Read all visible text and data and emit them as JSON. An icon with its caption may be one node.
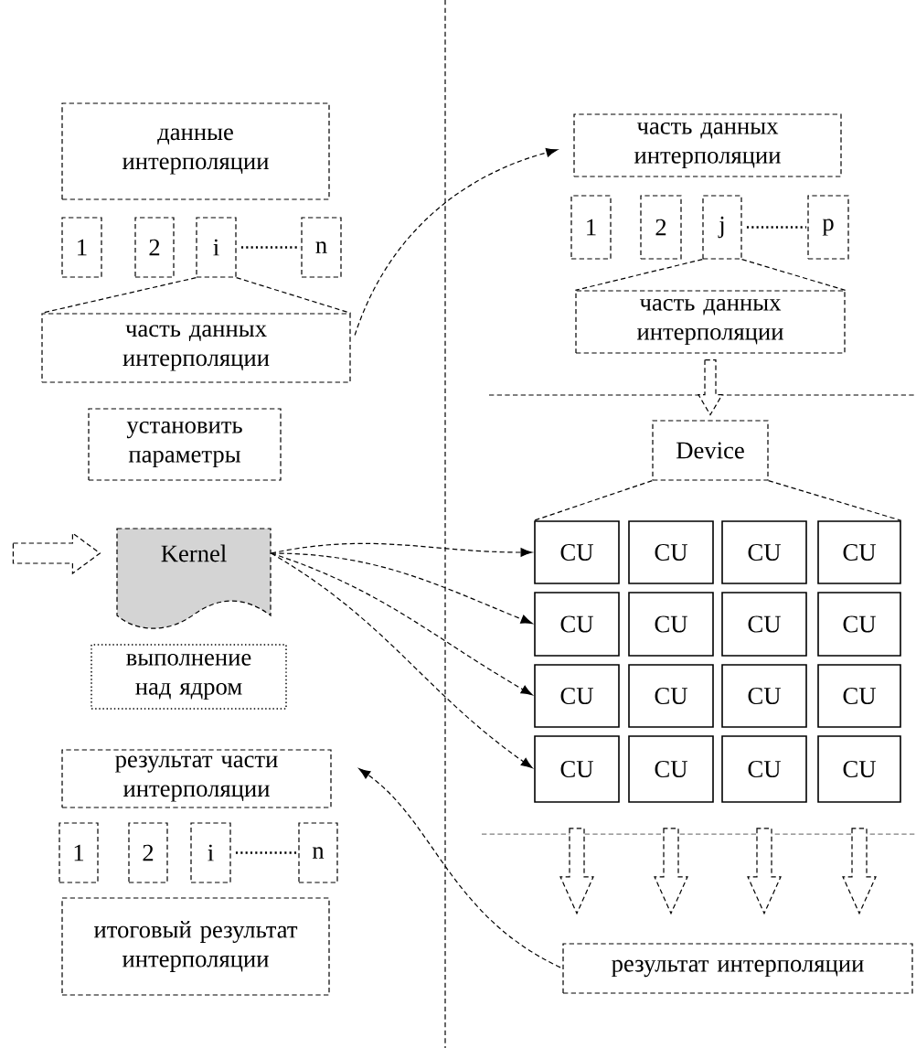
{
  "diagram": {
    "nodes": [
      {
        "text": [
          "данные интерполяции"
        ]
      },
      {
        "text": [
          "1"
        ]
      },
      {
        "text": [
          "2"
        ]
      },
      {
        "text": [
          "i"
        ]
      },
      {
        "text": [
          "n"
        ]
      },
      {
        "text": [
          "часть данных интерполяции"
        ]
      },
      {
        "text": [
          "установить параметры"
        ]
      },
      {
        "text": [
          "Kernel"
        ]
      },
      {
        "text": [
          "выполнение над ядром"
        ]
      },
      {
        "text": [
          "результат части интерполяции"
        ]
      },
      {
        "text": [
          "1"
        ]
      },
      {
        "text": [
          "2"
        ]
      },
      {
        "text": [
          "i"
        ]
      },
      {
        "text": [
          "n"
        ]
      },
      {
        "text": [
          "итоговый результат интерполяции"
        ]
      },
      {
        "text": [
          "часть данных интерполяции"
        ]
      },
      {
        "text": [
          "1"
        ]
      },
      {
        "text": [
          "2"
        ]
      },
      {
        "text": [
          "j"
        ]
      },
      {
        "text": [
          "p"
        ]
      },
      {
        "text": [
          "часть данных интерполяции"
        ]
      },
      {
        "text": [
          "Device"
        ]
      },
      {
        "text": [
          "CU"
        ]
      },
      {
        "text": [
          "CU"
        ]
      },
      {
        "text": [
          "CU"
        ]
      },
      {
        "text": [
          "CU"
        ]
      },
      {
        "text": [
          "CU"
        ]
      },
      {
        "text": [
          "CU"
        ]
      },
      {
        "text": [
          "CU"
        ]
      },
      {
        "text": [
          "CU"
        ]
      },
      {
        "text": [
          "CU"
        ]
      },
      {
        "text": [
          "CU"
        ]
      },
      {
        "text": [
          "CU"
        ]
      },
      {
        "text": [
          "CU"
        ]
      },
      {
        "text": [
          "CU"
        ]
      },
      {
        "text": [
          "CU"
        ]
      },
      {
        "text": [
          "CU"
        ]
      },
      {
        "text": [
          "CU"
        ]
      },
      {
        "text": [
          "результат интерполяции"
        ]
      }
    ],
    "edges": [
      {
        "from": 3,
        "to": 5,
        "arrow": "none"
      },
      {
        "from": 5,
        "to": 15,
        "arrow": "to"
      },
      {
        "from": 18,
        "to": 20,
        "arrow": "none"
      },
      {
        "from": 20,
        "to": 21,
        "arrow": "to",
        "style": "thick"
      },
      {
        "from": 21,
        "to": 22,
        "arrow": "none"
      },
      {
        "from": 21,
        "to": 25,
        "arrow": "none"
      },
      {
        "from": null,
        "to": 7,
        "arrow": "to",
        "style": "thick"
      },
      {
        "from": 7,
        "to": 22,
        "arrow": "to"
      },
      {
        "from": 7,
        "to": 26,
        "arrow": "to"
      },
      {
        "from": 7,
        "to": 30,
        "arrow": "to"
      },
      {
        "from": 7,
        "to": 34,
        "arrow": "to"
      },
      {
        "from": 34,
        "to": null,
        "arrow": "to",
        "style": "thick"
      },
      {
        "from": 35,
        "to": null,
        "arrow": "to",
        "style": "thick"
      },
      {
        "from": 36,
        "to": null,
        "arrow": "to",
        "style": "thick"
      },
      {
        "from": 37,
        "to": null,
        "arrow": "to",
        "style": "thick"
      },
      {
        "from": 38,
        "to": 9,
        "arrow": "to"
      }
    ]
  }
}
